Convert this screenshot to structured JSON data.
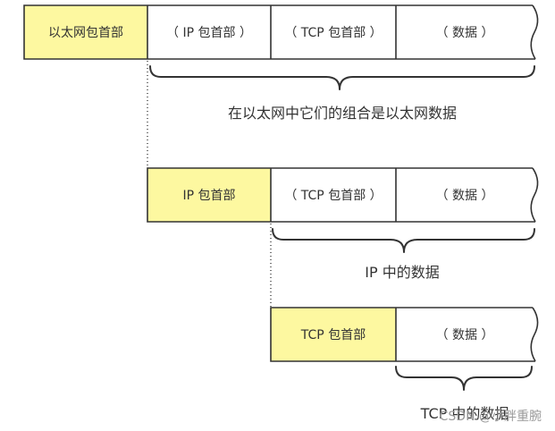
{
  "layer1": {
    "cells": [
      "以太网包首部",
      "（ IP 包首部 ）",
      "（ TCP 包首部 ）",
      "（ 数据 ）"
    ],
    "caption": "在以太网中它们的组合是以太网数据"
  },
  "layer2": {
    "cells": [
      "IP 包首部",
      "（ TCP 包首部 ）",
      "（ 数据 ）"
    ],
    "caption": "IP 中的数据"
  },
  "layer3": {
    "cells": [
      "TCP 包首部",
      "（ 数据 ）"
    ],
    "caption": "TCP 中的数据"
  },
  "watermark": "CSDN @小胖重腕"
}
